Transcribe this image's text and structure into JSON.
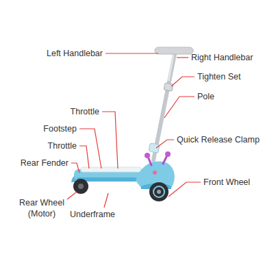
{
  "diagram": {
    "labels": [
      "Left Handlebar",
      "Right Handlebar",
      "Tighten Set",
      "Pole",
      "Throttle",
      "Footstep",
      "Throttle",
      "Quick Release Clamp",
      "Rear Fender",
      "Front Wheel",
      "Rear Wheel (Motor)",
      "Underframe"
    ]
  }
}
